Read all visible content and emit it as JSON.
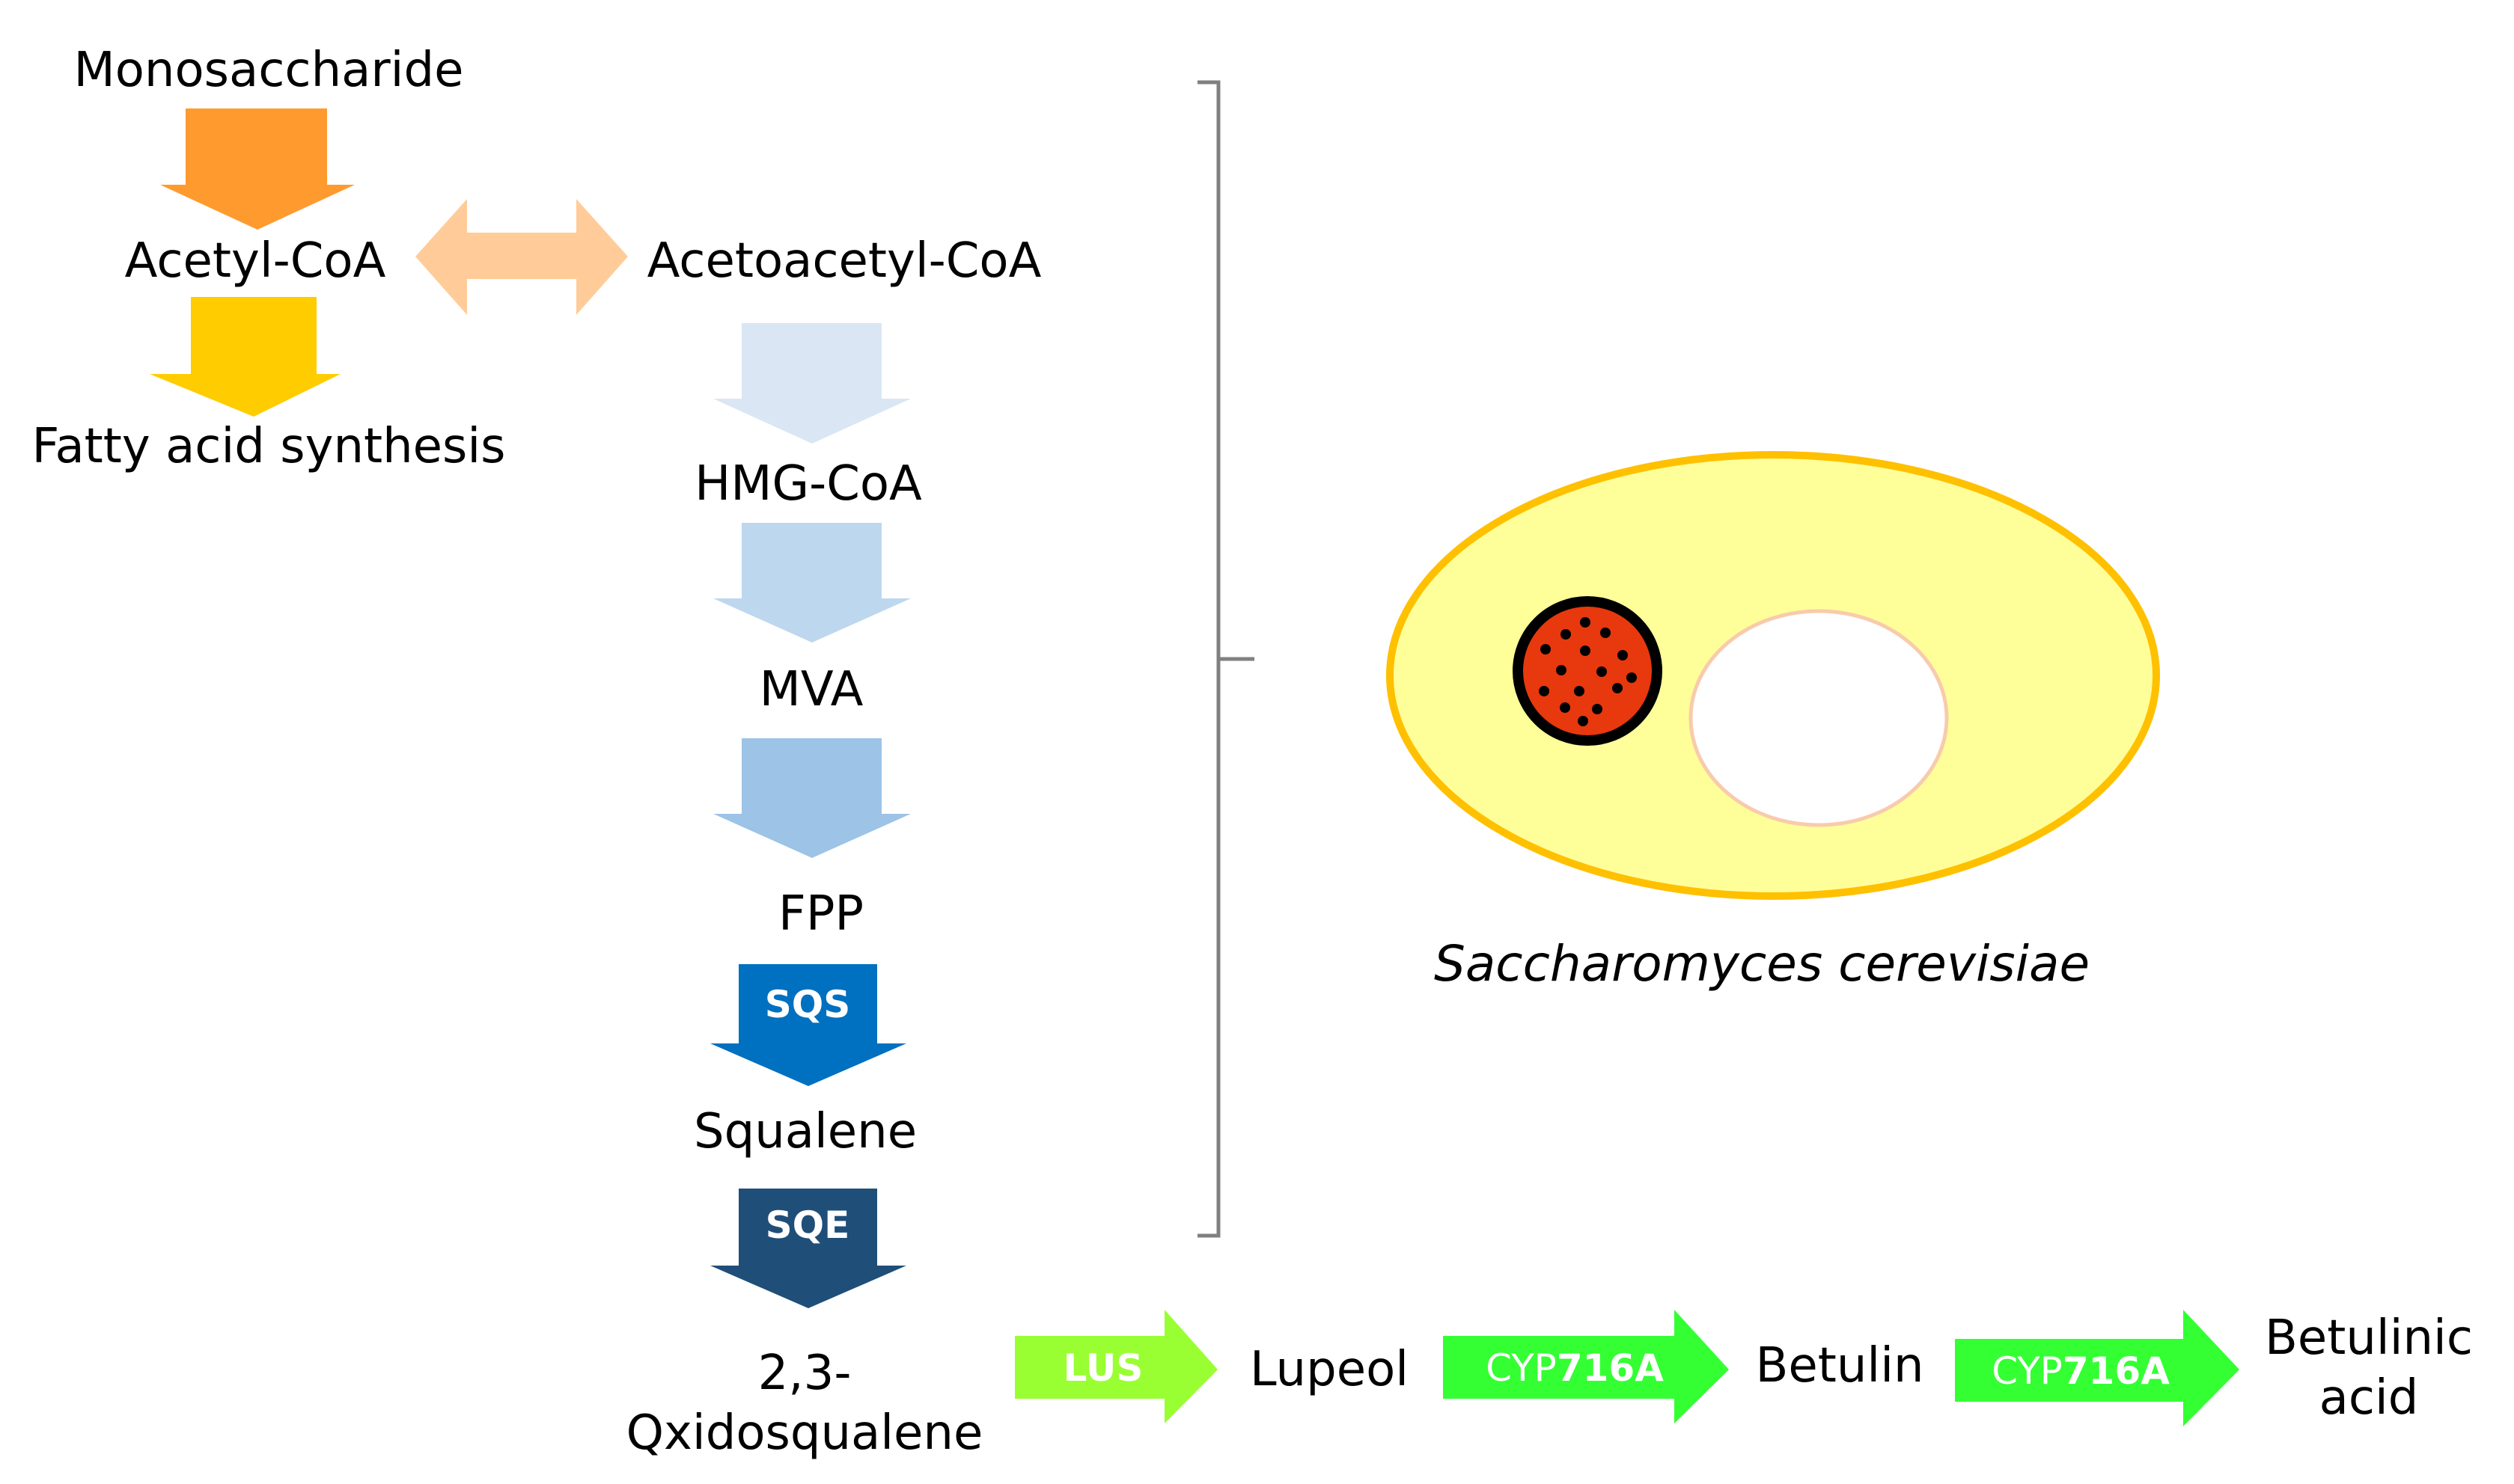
{
  "nodes": {
    "monosaccharide": "Monosaccharide",
    "acetyl_coa": "Acetyl-CoA",
    "fatty_acid_synthesis": "Fatty acid synthesis",
    "acetoacetyl_coa": "Acetoacetyl-CoA",
    "hmg_coa": "HMG-CoA",
    "mva": "MVA",
    "fpp": "FPP",
    "squalene": "Squalene",
    "oxidosqualene_line1": "2,3-",
    "oxidosqualene_line2": "Qxidosqualene",
    "lupeol": "Lupeol",
    "betulin": "Betulin",
    "betulinic_acid_line1": "Betulinic",
    "betulinic_acid_line2": "acid"
  },
  "enzymes": {
    "sqs": "SQS",
    "sqe": "SQE",
    "lus": "LUS",
    "cyp716a_1_prefix": "CYP",
    "cyp716a_1_suffix": "716A",
    "cyp716a_2_prefix": "CYP",
    "cyp716a_2_suffix": "716A"
  },
  "organism": {
    "name": "Saccharomyces cerevisiae"
  },
  "colors": {
    "arrow_monosaccharide": "#FF9A2E",
    "arrow_fatty_acid": "#FFCC00",
    "arrow_double": "#FFCC99",
    "arrow_hmg": "#DAE6F3",
    "arrow_mva": "#BDD7EE",
    "arrow_fpp": "#9DC3E6",
    "arrow_sqs": "#0070C0",
    "arrow_sqe": "#1F4E79",
    "arrow_lus": "#99FF33",
    "arrow_cyp": "#33FF33",
    "cell_fill": "#FFFF99",
    "cell_border": "#FFC000",
    "vacuole_border": "#F8CBAD",
    "nucleus_fill": "#E8380D",
    "bracket": "#808080"
  }
}
